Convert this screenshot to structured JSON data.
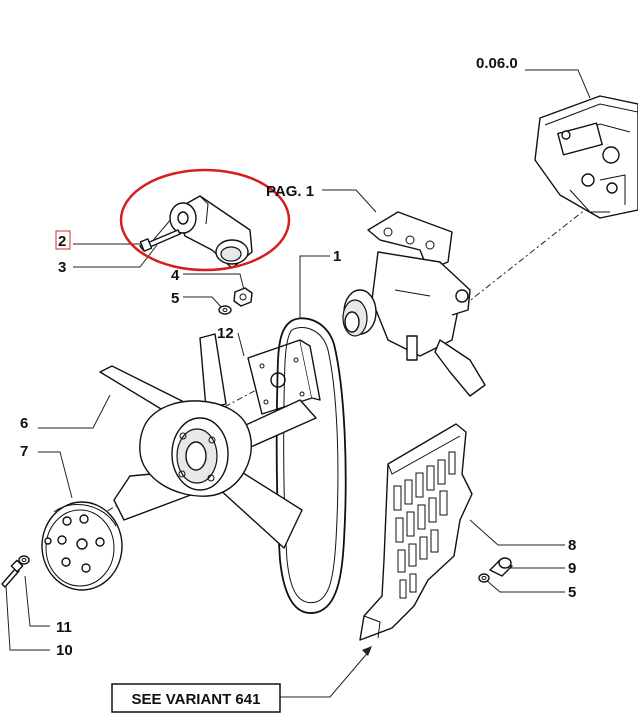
{
  "labels": {
    "ref_0060": "0.06.0",
    "pag": "PAG. 1",
    "l1": "1",
    "l2": "2",
    "l3": "3",
    "l4": "4",
    "l5a": "5",
    "l12": "12",
    "l6": "6",
    "l7": "7",
    "l8": "8",
    "l9": "9",
    "l5b": "5",
    "l11": "11",
    "l10": "10"
  },
  "variant_button": "SEE VARIANT 641",
  "colors": {
    "highlight_ring": "#d61e1e",
    "selected_box": "#c0392b"
  }
}
